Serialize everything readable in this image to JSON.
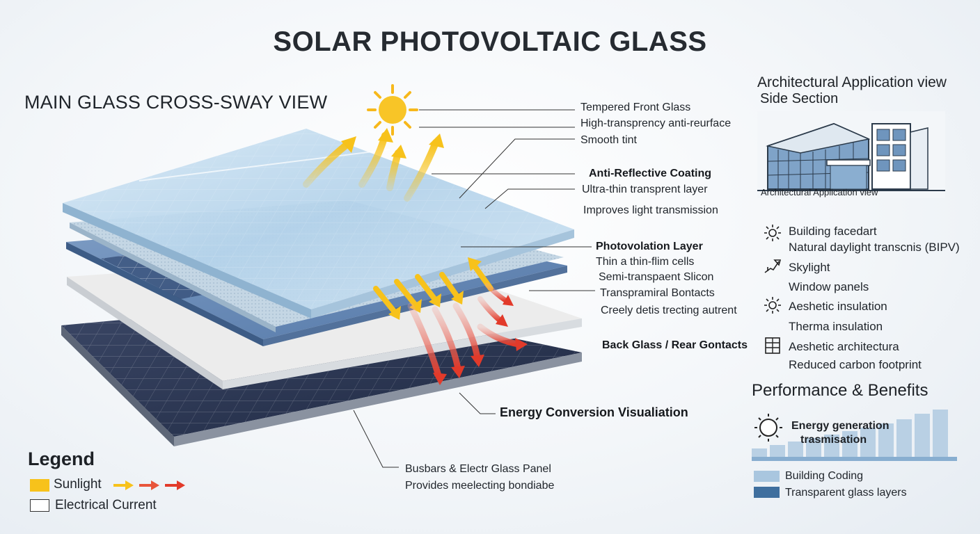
{
  "title": "SOLAR PHOTOVOLTAIC GLASS",
  "cross_section": {
    "title": "MAIN GLASS CROSS-SWAY VIEW",
    "labels": {
      "tempered": "Tempered Front Glass",
      "high_transparency": "High-transprency anti-reurface",
      "smooth_tint": "Smooth tint",
      "anti_reflective": "Anti-Reflective Coating",
      "ultra_thin": "Ultra-thin transprent layer",
      "improves": "Improves light transmission",
      "photovolation": "Photovolation Layer",
      "thin_film": "Thin a thin-flim cells",
      "semi_transparent": "Semi-transpaent Slicon",
      "contacts": "Transpramiral Bontacts",
      "creely": "Creely detis trecting autrent",
      "back_glass": "Back Glass / Rear Gontacts",
      "energy_conversion": "Energy Conversion Visualiation",
      "busbars": "Busbars & Electr Glass Panel",
      "provides": "Provides meelecting bondiabe"
    }
  },
  "architectural": {
    "title": "Architectural Application view",
    "subtitle": "Side Section",
    "items": [
      {
        "icon": "sun-outline-icon",
        "line1": "Building facedart",
        "line2": "Natural daylight transcnis (BIPV)"
      },
      {
        "icon": "skylight-icon",
        "line1": "Skylight",
        "line2": "Window panels"
      },
      {
        "icon": "sun-outline-icon",
        "line1": "Aeshetic insulation",
        "line2": "Therma insulation"
      },
      {
        "icon": "window-grid-icon",
        "line1": "Aeshetic architectura",
        "line2": "Reduced carbon footprint"
      }
    ]
  },
  "performance": {
    "title": "Performance & Benefits",
    "chart_label_1": "Energy generation",
    "chart_label_2": "trasmisation",
    "chart_legend": [
      {
        "label": "Building Coding",
        "color": "#a9c6df"
      },
      {
        "label": "Transparent glass layers",
        "color": "#3f6f9e"
      }
    ]
  },
  "legend": {
    "title": "Legend",
    "items": [
      {
        "label": "Sunlight",
        "color": "#f7c21b"
      },
      {
        "label": "Electrical Current",
        "color": "#ffffff"
      }
    ]
  },
  "colors": {
    "sunlight": "#f7c21b",
    "current": "#e23a2a",
    "glass": "#a8c9e2",
    "panel_dark": "#2a3550"
  }
}
